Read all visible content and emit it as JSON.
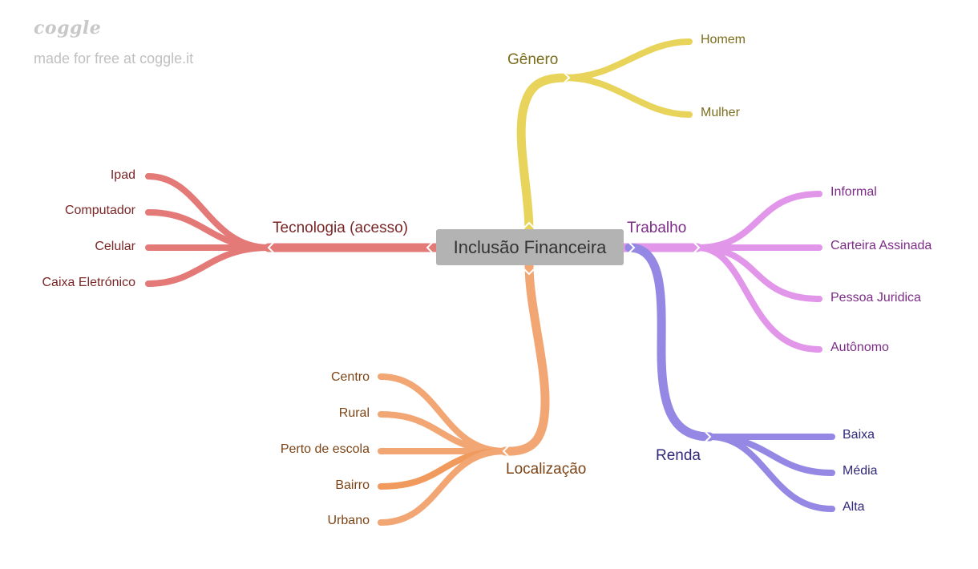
{
  "brand": {
    "logo": "coggle",
    "tagline": "made for free at coggle.it"
  },
  "mindmap": {
    "root": "Inclusão Financeira",
    "branches": {
      "genero": {
        "label": "Gênero",
        "color": "#e8d45a",
        "text_color": "#7b6d1e",
        "children": [
          "Homem",
          "Mulher"
        ]
      },
      "tecnologia": {
        "label": "Tecnologia (acesso)",
        "color": "#e37a78",
        "text_color": "#7a2626",
        "children": [
          "Ipad",
          "Computador",
          "Celular",
          "Caixa Eletrónico"
        ]
      },
      "trabalho": {
        "label": "Trabalho",
        "color": "#e196ea",
        "text_color": "#7c2c86",
        "children": [
          "Informal",
          "Carteira Assinada",
          "Pessoa Juridica",
          "Autônomo"
        ]
      },
      "renda": {
        "label": "Renda",
        "color": "#9488e4",
        "text_color": "#30287a",
        "children": [
          "Baixa",
          "Média",
          "Alta"
        ]
      },
      "localizacao": {
        "label": "Localização",
        "color": "#f2a673",
        "text_color": "#7c4416",
        "children": [
          "Centro",
          "Rural",
          "Perto de escola",
          "Bairro",
          "Urbano"
        ]
      }
    }
  }
}
